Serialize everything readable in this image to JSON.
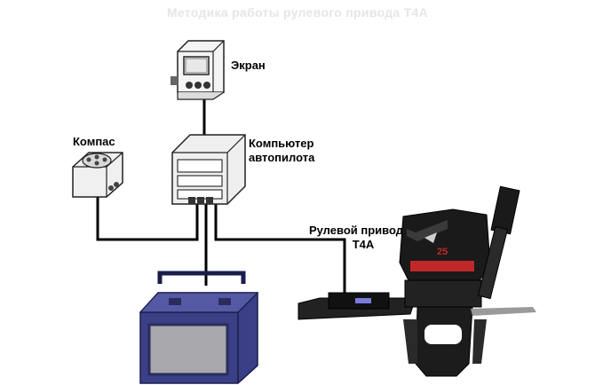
{
  "title": "Методика работы рулевого привода T4A",
  "labels": {
    "screen": "Экран",
    "compass": "Компас",
    "computer_line1": "Компьютер",
    "computer_line2": "автопилота",
    "drive_line1": "Рулевой привод",
    "drive_line2": "T4A"
  },
  "engine": {
    "badge": "25",
    "accent_color": "#c0282a"
  },
  "colors": {
    "wire": "#000000",
    "battery": "#3b3f86",
    "engine_body": "#1a1a1a"
  }
}
